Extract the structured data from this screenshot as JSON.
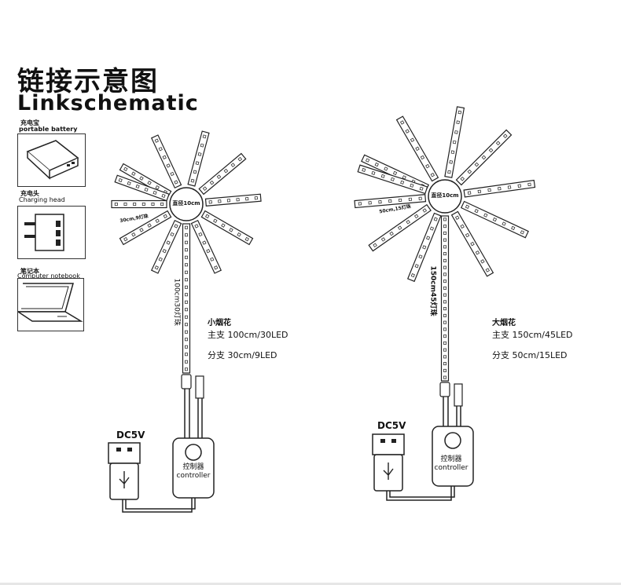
{
  "title": {
    "cn": "链接示意图",
    "en": "Linkschematic"
  },
  "power_sources": [
    {
      "cn": "充电宝",
      "en": "portable battery",
      "icon": "power-bank-icon"
    },
    {
      "cn": "充电头",
      "en": "Charging head",
      "icon": "wall-charger-icon"
    },
    {
      "cn": "笔记本",
      "en": "Computer notebook",
      "icon": "laptop-icon"
    }
  ],
  "small_firework": {
    "center_label": "直径10cm",
    "branch_label": "30cm,9灯珠",
    "trunk_label": "100cm30灯珠",
    "spec_title": "小烟花",
    "main_line": "主支 100cm/30LED",
    "branch_line": "分支 30cm/9LED",
    "dc_label": "DC5V",
    "controller_cn": "控制器",
    "controller_en": "controller"
  },
  "large_firework": {
    "center_label": "直径10cm",
    "branch_label": "50cm,15灯珠",
    "trunk_label": "150cm45灯珠",
    "spec_title": "大烟花",
    "main_line": "主支 150cm/45LED",
    "branch_line": "分支 50cm/15LED",
    "dc_label": "DC5V",
    "controller_cn": "控制器",
    "controller_en": "controller"
  },
  "colors": {
    "line": "#222222",
    "led": "#333333",
    "background": "#ffffff",
    "watermark": "#f0f0f0"
  }
}
